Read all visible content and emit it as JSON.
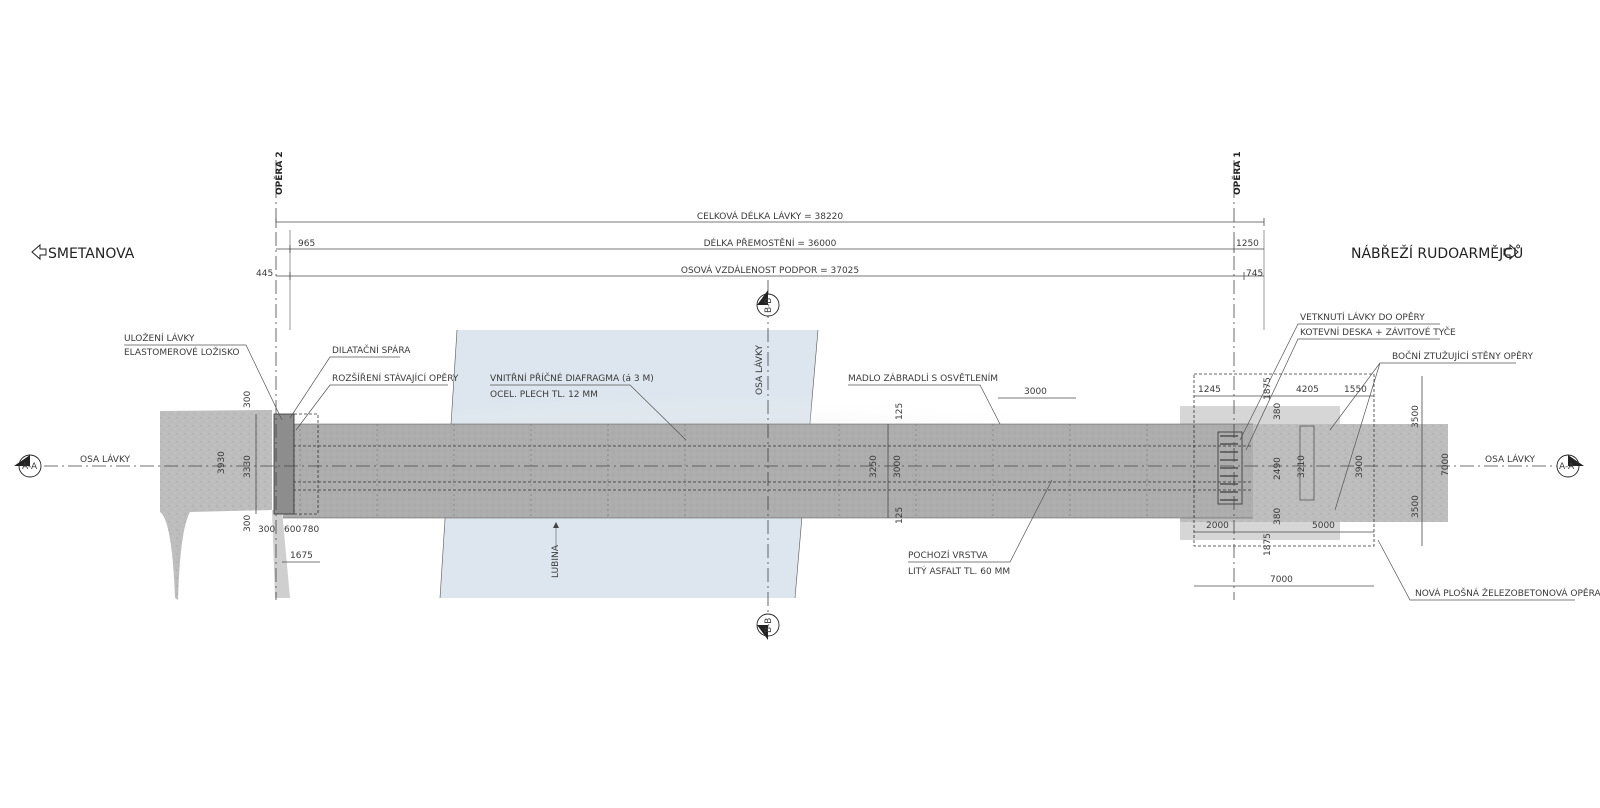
{
  "directions": {
    "left": "SMETANOVA",
    "right": "NÁBŘEŽÍ RUDOARMĚJCŮ"
  },
  "abutments": {
    "opera2": "OPĚRA 2",
    "opera1": "OPĚRA 1"
  },
  "dimensions": {
    "total_length": "CELKOVÁ DÉLKA LÁVKY = 38220",
    "span_length": "DÉLKA PŘEMOSTĚNÍ = 36000",
    "support_distance": "OSOVÁ VZDÁLENOST PODPOR = 37025",
    "d965": "965",
    "d1250": "1250",
    "d445": "445",
    "d745": "745",
    "d300_top": "300",
    "d3930": "3930",
    "d3330": "3330",
    "d300_bot": "300",
    "d300_b2": "300",
    "d600": "600",
    "d780": "780",
    "d1675": "1675",
    "d3000": "3000",
    "d125_top": "125",
    "d125_bot": "125",
    "d3250": "3250",
    "d3000_v": "3000",
    "d1245": "1245",
    "d1875_top": "1875",
    "d4205": "4205",
    "d1550": "1550",
    "d380_top": "380",
    "d2490": "2490",
    "d380_bot": "380",
    "d3210": "3210",
    "d3900": "3900",
    "d3500_top": "3500",
    "d3500_bot": "3500",
    "d7000_v": "7000",
    "d2000": "2000",
    "d5000": "5000",
    "d1875_bot": "1875",
    "d7000_h": "7000"
  },
  "labels": {
    "bearing_1": "ULOŽENÍ LÁVKY",
    "bearing_2": "ELASTOMEROVÉ LOŽISKO",
    "dilatation": "DILATAČNÍ SPÁRA",
    "extension": "ROZŠÍŘENÍ STÁVAJÍCÍ OPĚRY",
    "diaphragm_1": "VNITŘNÍ PŘÍČNÉ DIAFRAGMA (á 3 M)",
    "diaphragm_2": "OCEL. PLECH TL. 12 MM",
    "axis_vertical": "OSA LÁVKY",
    "axis_left": "OSA LÁVKY",
    "axis_right": "OSA LÁVKY",
    "handrail": "MADLO ZÁBRADLÍ S OSVĚTLENÍM",
    "fixing_1": "VETKNUTÍ LÁVKY DO OPĚRY",
    "fixing_2": "KOTEVNÍ DESKA + ZÁVITOVÉ TYČE",
    "side_walls": "BOČNÍ ZTUŽUJÍCÍ STĚNY OPĚRY",
    "walk_layer_1": "POCHOZÍ VRSTVA",
    "walk_layer_2": "LITÝ ASFALT TL. 60 MM",
    "river": "LUBINA",
    "new_abutment": "NOVÁ PLOŠNÁ ŽELEZOBETONOVÁ OPĚRA"
  },
  "section_marks": {
    "bb_top": "B-B",
    "bb_bottom": "B-B",
    "aa_left": "A-A",
    "aa_right": "A-A´"
  }
}
